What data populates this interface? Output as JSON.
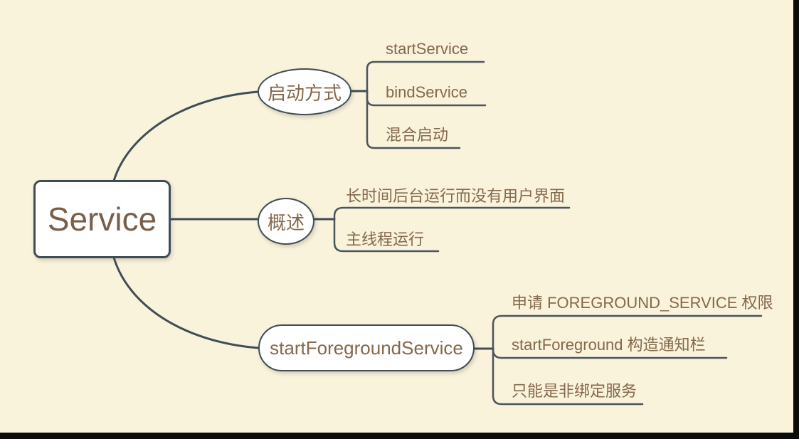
{
  "colors": {
    "background": "#faf3dc",
    "node_fill": "#ffffff",
    "line": "#404c56",
    "underline": "#4b555e",
    "text": "#84684c",
    "root_text": "#77604a",
    "edge_bar": "#0b0b0b"
  },
  "mindmap": {
    "root": {
      "label": "Service"
    },
    "branches": [
      {
        "label": "启动方式",
        "children": [
          {
            "label": "startService"
          },
          {
            "label": "bindService"
          },
          {
            "label": "混合启动"
          }
        ]
      },
      {
        "label": "概述",
        "children": [
          {
            "label": "长时间后台运行而没有用户界面"
          },
          {
            "label": "主线程运行"
          }
        ]
      },
      {
        "label": "startForegroundService",
        "children": [
          {
            "label": "申请 FOREGROUND_SERVICE 权限"
          },
          {
            "label": "startForeground 构造通知栏"
          },
          {
            "label": "只能是非绑定服务"
          }
        ]
      }
    ]
  }
}
